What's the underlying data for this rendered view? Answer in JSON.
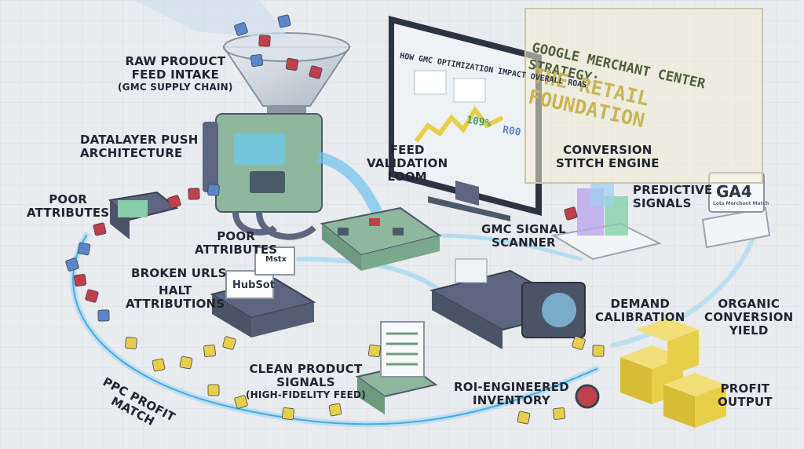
{
  "title": {
    "line1": "Google Merchant Center Strategy:",
    "line2": "The Retail Foundation"
  },
  "dashboard": {
    "headline": "HOW GMC OPTIMIZATION IMPACT OVERALL ROAS",
    "stat_a": "109%",
    "stat_b": "R00"
  },
  "labels": {
    "raw_feed": {
      "title": "RAW PRODUCT\nFEED INTAKE",
      "sub": "(GMC SUPPLY CHAIN)"
    },
    "datalayer": "DATALAYER PUSH\nARCHITECTURE",
    "feed_loom": "FEED\nVALIDATION\nLOOM",
    "conversion_stitch": "CONVERSION\nSTITCH ENGINE",
    "predictive": "PREDICTIVE\nSIGNALS",
    "poor_attr_1": "POOR\nATTRIBUTES",
    "poor_attr_2": "POOR\nATTRIBUTES",
    "gmc_scanner": "GMC SIGNAL\nSCANNER",
    "broken_urls": "BROKEN URLs",
    "halt_attr": "HALT\nATTRIBUTIONS",
    "demand": "DEMAND\nCALIBRATION",
    "organic": "ORGANIC\nCONVERSION\nYIELD",
    "clean_signals": {
      "title": "CLEAN PRODUCT\nSIGNALS",
      "sub": "(HIGH-FIDELITY FEED)"
    },
    "roi_inventory": "ROI-ENGINEERED\nINVENTORY",
    "ppc_profit": "PPC PROFIT\nMATCH",
    "profit_output": "PROFIT\nOUTPUT"
  },
  "brand_tags": {
    "hubspot": "HubSot",
    "ga4": "GA4",
    "ga4_sub": "Lots Merchant Match",
    "crm_card": "Mstx"
  },
  "colors": {
    "background": "#e9ebee",
    "machine_green": "#8fb79d",
    "machine_slate": "#5d6680",
    "cube_yellow": "#e8cf4a",
    "cube_red": "#c0404a",
    "cube_blue": "#5b86c9",
    "flow_glow": "#8fd3f4"
  }
}
